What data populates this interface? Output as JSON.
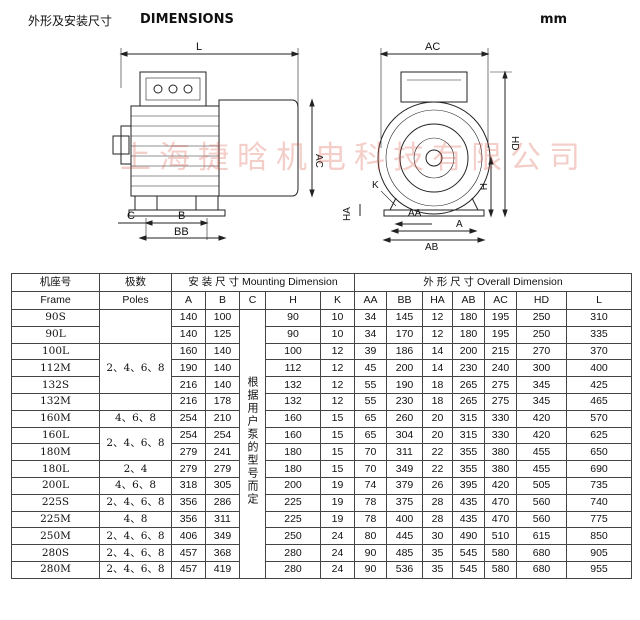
{
  "header": {
    "title_cn": "外形及安装尺寸",
    "title_en": "DIMENSIONS",
    "unit": "mm"
  },
  "drawing": {
    "side_labels": [
      "L",
      "AC",
      "C",
      "B",
      "BB"
    ],
    "front_labels": [
      "AC",
      "HD",
      "H",
      "K",
      "HA",
      "AA",
      "A",
      "AB"
    ]
  },
  "watermark": "上海捷晗机电科技有限公司",
  "table": {
    "header1": {
      "frame_cn": "机座号",
      "poles_cn": "极数",
      "mounting": "安 装 尺 寸 Mounting Dimension",
      "overall": "外 形 尺 寸 Overall Dimension"
    },
    "header2": {
      "frame": "Frame",
      "poles": "Poles",
      "A": "A",
      "B": "B",
      "C": "C",
      "H": "H",
      "K": "K",
      "AA": "AA",
      "BB": "BB",
      "HA": "HA",
      "AB": "AB",
      "AC": "AC",
      "HD": "HD",
      "L": "L"
    },
    "c_note": "根据用户泵的型号而定",
    "rows": [
      {
        "frame": "90S",
        "A": "140",
        "B": "100",
        "H": "90",
        "K": "10",
        "AA": "34",
        "BB": "145",
        "HA": "12",
        "AB": "180",
        "AC": "195",
        "HD": "250",
        "L": "310"
      },
      {
        "frame": "90L",
        "A": "140",
        "B": "125",
        "H": "90",
        "K": "10",
        "AA": "34",
        "BB": "170",
        "HA": "12",
        "AB": "180",
        "AC": "195",
        "HD": "250",
        "L": "335"
      },
      {
        "frame": "100L",
        "A": "160",
        "B": "140",
        "H": "100",
        "K": "12",
        "AA": "39",
        "BB": "186",
        "HA": "14",
        "AB": "200",
        "AC": "215",
        "HD": "270",
        "L": "370"
      },
      {
        "frame": "112M",
        "A": "190",
        "B": "140",
        "H": "112",
        "K": "12",
        "AA": "45",
        "BB": "200",
        "HA": "14",
        "AB": "230",
        "AC": "240",
        "HD": "300",
        "L": "400"
      },
      {
        "frame": "132S",
        "A": "216",
        "B": "140",
        "H": "132",
        "K": "12",
        "AA": "55",
        "BB": "190",
        "HA": "18",
        "AB": "265",
        "AC": "275",
        "HD": "345",
        "L": "425"
      },
      {
        "frame": "132M",
        "A": "216",
        "B": "178",
        "H": "132",
        "K": "12",
        "AA": "55",
        "BB": "230",
        "HA": "18",
        "AB": "265",
        "AC": "275",
        "HD": "345",
        "L": "465"
      },
      {
        "frame": "160M",
        "A": "254",
        "B": "210",
        "H": "160",
        "K": "15",
        "AA": "65",
        "BB": "260",
        "HA": "20",
        "AB": "315",
        "AC": "330",
        "HD": "420",
        "L": "570"
      },
      {
        "frame": "160L",
        "A": "254",
        "B": "254",
        "H": "160",
        "K": "15",
        "AA": "65",
        "BB": "304",
        "HA": "20",
        "AB": "315",
        "AC": "330",
        "HD": "420",
        "L": "625"
      },
      {
        "frame": "180M",
        "A": "279",
        "B": "241",
        "H": "180",
        "K": "15",
        "AA": "70",
        "BB": "311",
        "HA": "22",
        "AB": "355",
        "AC": "380",
        "HD": "455",
        "L": "650"
      },
      {
        "frame": "180L",
        "A": "279",
        "B": "279",
        "H": "180",
        "K": "15",
        "AA": "70",
        "BB": "349",
        "HA": "22",
        "AB": "355",
        "AC": "380",
        "HD": "455",
        "L": "690"
      },
      {
        "frame": "200L",
        "A": "318",
        "B": "305",
        "H": "200",
        "K": "19",
        "AA": "74",
        "BB": "379",
        "HA": "26",
        "AB": "395",
        "AC": "420",
        "HD": "505",
        "L": "735"
      },
      {
        "frame": "225S",
        "A": "356",
        "B": "286",
        "H": "225",
        "K": "19",
        "AA": "78",
        "BB": "375",
        "HA": "28",
        "AB": "435",
        "AC": "470",
        "HD": "560",
        "L": "740"
      },
      {
        "frame": "225M",
        "A": "356",
        "B": "311",
        "H": "225",
        "K": "19",
        "AA": "78",
        "BB": "400",
        "HA": "28",
        "AB": "435",
        "AC": "470",
        "HD": "560",
        "L": "775"
      },
      {
        "frame": "250M",
        "A": "406",
        "B": "349",
        "H": "250",
        "K": "24",
        "AA": "80",
        "BB": "445",
        "HA": "30",
        "AB": "490",
        "AC": "510",
        "HD": "615",
        "L": "850"
      },
      {
        "frame": "280S",
        "A": "457",
        "B": "368",
        "H": "280",
        "K": "24",
        "AA": "90",
        "BB": "485",
        "HA": "35",
        "AB": "545",
        "AC": "580",
        "HD": "680",
        "L": "905"
      },
      {
        "frame": "280M",
        "A": "457",
        "B": "419",
        "H": "280",
        "K": "24",
        "AA": "90",
        "BB": "536",
        "HA": "35",
        "AB": "545",
        "AC": "580",
        "HD": "680",
        "L": "955"
      }
    ],
    "poles_groups": [
      {
        "label": "",
        "rows": 2
      },
      {
        "label": "2、4、6、8",
        "rows": 3
      },
      {
        "label": "",
        "rows": 1
      },
      {
        "label": "4、6、8",
        "rows": 1
      },
      {
        "label": "2、4、6、8",
        "rows": 2
      },
      {
        "label": "2、4",
        "rows": 1
      },
      {
        "label": "4、6、8",
        "rows": 1
      },
      {
        "label": "2、4、6、8",
        "rows": 1
      },
      {
        "label": "4、8",
        "rows": 1
      },
      {
        "label": "2、4、6、8",
        "rows": 1
      },
      {
        "label": "2、4、6、8",
        "rows": 1
      },
      {
        "label": "2、4、6、8",
        "rows": 1
      },
      {
        "label": "2、4、6、8",
        "rows": 1
      }
    ]
  }
}
